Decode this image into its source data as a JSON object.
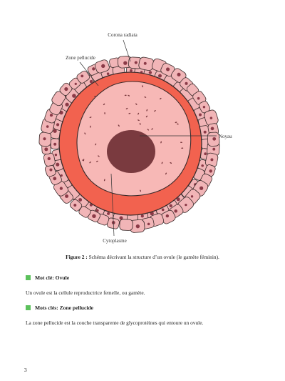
{
  "figure": {
    "labels": {
      "corona": "Corona radiata",
      "zone": "Zone pellucide",
      "noyau": "Noyau",
      "cytoplasme": "Cytoplasme"
    },
    "colors": {
      "corona_cell": "#f1b5b7",
      "cell_outline": "#3a2a2a",
      "cell_nucleus": "#8b3a47",
      "zona": "#f2624f",
      "cytoplasm": "#f7b8b6",
      "nucleus": "#7a3a3f",
      "granule": "#7a3a3f"
    }
  },
  "caption": {
    "bold": "Figure 2 :",
    "text": "Schéma décrivant la structure d’un ovule (le gamète féminin)."
  },
  "sections": [
    {
      "heading": "Mot clé: Ovule",
      "text": "Un ovule est la cellule reproductrice femelle, ou gamète."
    },
    {
      "heading": "Mots clés: Zone pellucide",
      "text": "La zone pellucide est la couche transparente de glycoprotéines qui entoure un ovule."
    }
  ],
  "page_number": "3",
  "accent_color": "#5cc15c"
}
